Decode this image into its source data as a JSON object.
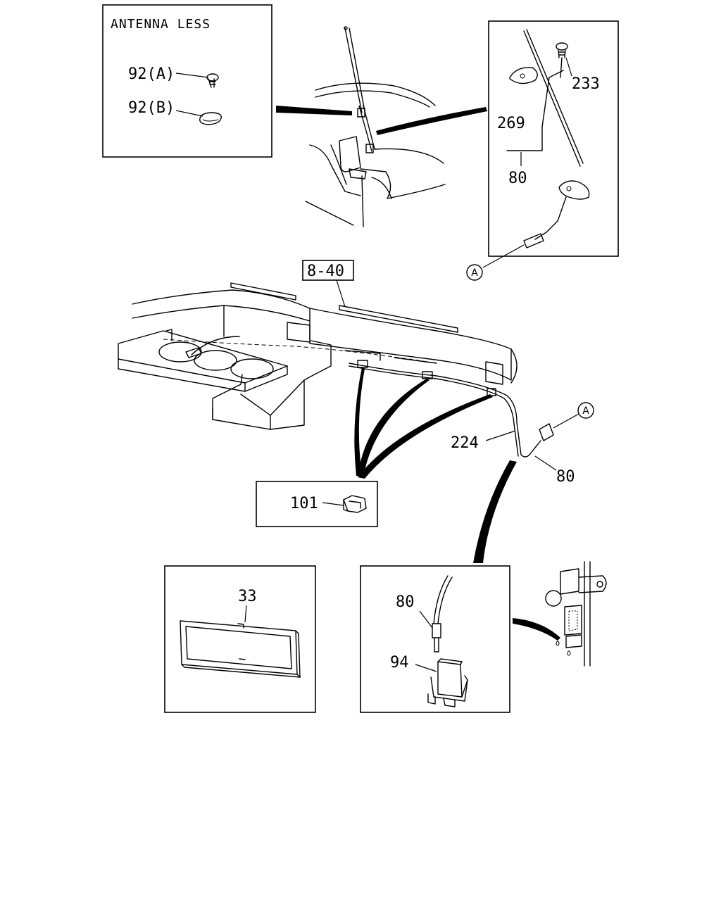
{
  "inset_antenna_less": {
    "title": "ANTENNA LESS",
    "part_a": "92(A)",
    "part_b": "92(B)"
  },
  "inset_mast": {
    "part_screw": "233",
    "part_base": "269",
    "part_cable": "80",
    "connector_ref": "A"
  },
  "main": {
    "ref_box": "8-40",
    "cable_label": "224",
    "cable_end_label": "80",
    "connector_ref": "A"
  },
  "inset_clip": {
    "part": "101"
  },
  "inset_bezel": {
    "part": "33"
  },
  "inset_radio": {
    "part_cable": "80",
    "part_holder": "94"
  }
}
